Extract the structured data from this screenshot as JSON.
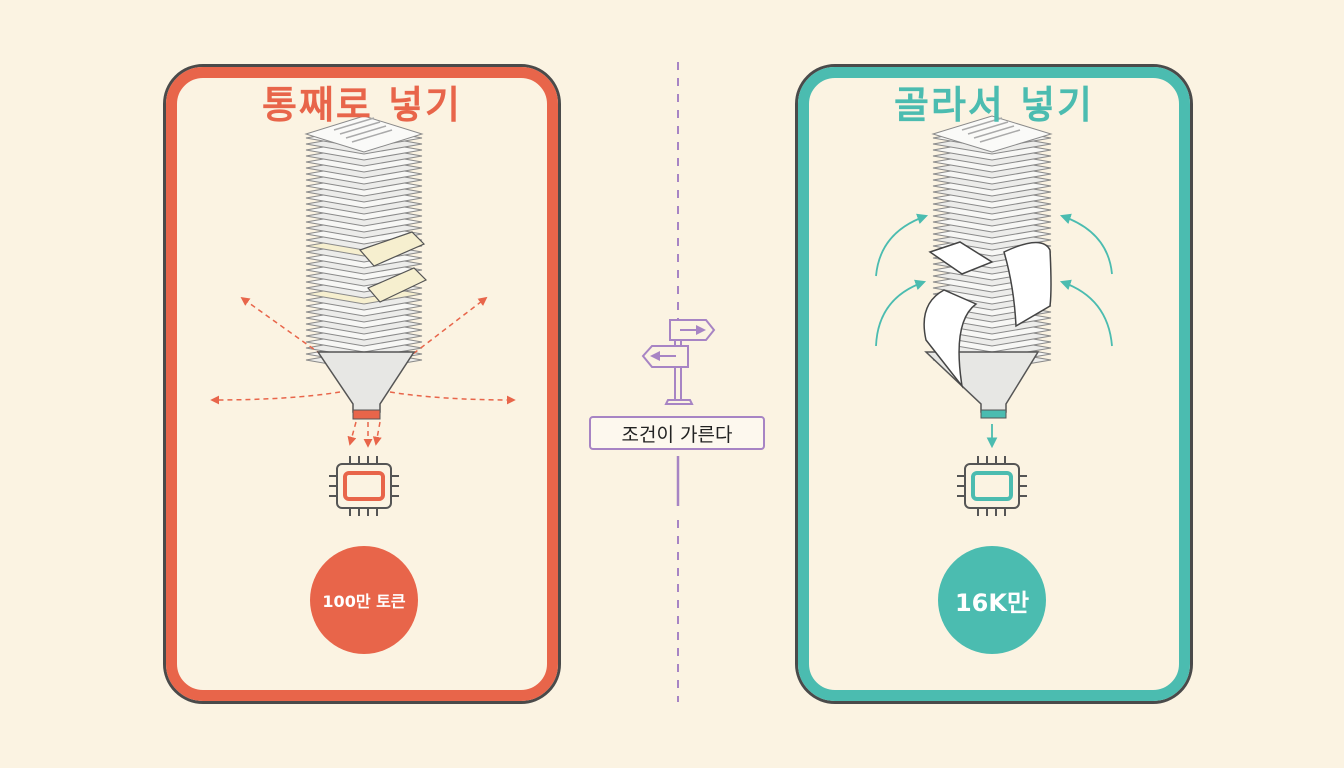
{
  "left_panel": {
    "title": "통째로 넣기",
    "badge": "100만 토큰",
    "accent_color": "#e8654a"
  },
  "right_panel": {
    "title": "골라서 넣기",
    "badge": "16K만",
    "accent_color": "#4bbcb0"
  },
  "center": {
    "condition_label": "조건이 가른다",
    "accent_color": "#a784c4",
    "icon": "signpost-icon"
  }
}
